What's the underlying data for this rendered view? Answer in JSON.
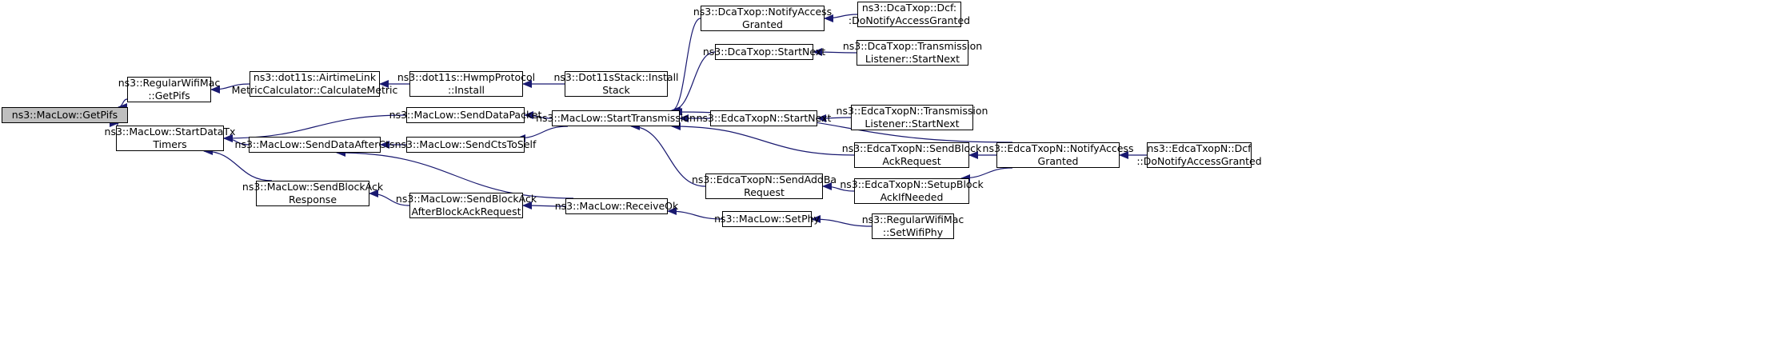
{
  "graph": {
    "colors": {
      "edge": "#191970",
      "node_border": "#000000",
      "root_fill": "#bfbfbf",
      "node_fill": "#ffffff"
    },
    "nodes": [
      {
        "id": "getpifs",
        "lines": [
          "ns3::MacLow::GetPifs"
        ],
        "root": true
      },
      {
        "id": "regwifi_getpifs",
        "lines": [
          "ns3::RegularWifiMac",
          "::GetPifs"
        ]
      },
      {
        "id": "startdatatx",
        "lines": [
          "ns3::MacLow::StartDataTx",
          "Timers"
        ]
      },
      {
        "id": "airtime",
        "lines": [
          "ns3::dot11s::AirtimeLink",
          "MetricCalculator::CalculateMetric"
        ]
      },
      {
        "id": "hwmp",
        "lines": [
          "ns3::dot11s::HwmpProtocol",
          "::Install"
        ]
      },
      {
        "id": "dot11sstack",
        "lines": [
          "ns3::Dot11sStack::Install",
          "Stack"
        ]
      },
      {
        "id": "senddatapacket",
        "lines": [
          "ns3::MacLow::SendDataPacket"
        ]
      },
      {
        "id": "senddataaftercts",
        "lines": [
          "ns3::MacLow::SendDataAfterCts"
        ]
      },
      {
        "id": "sendctstoself",
        "lines": [
          "ns3::MacLow::SendCtsToSelf"
        ]
      },
      {
        "id": "sendblockackresp",
        "lines": [
          "ns3::MacLow::SendBlockAck",
          "Response"
        ]
      },
      {
        "id": "sendblockackafter",
        "lines": [
          "ns3::MacLow::SendBlockAck",
          "AfterBlockAckRequest"
        ]
      },
      {
        "id": "receiveok",
        "lines": [
          "ns3::MacLow::ReceiveOk"
        ]
      },
      {
        "id": "starttx",
        "lines": [
          "ns3::MacLow::StartTransmission"
        ]
      },
      {
        "id": "dca_notify",
        "lines": [
          "ns3::DcaTxop::NotifyAccess",
          "Granted"
        ]
      },
      {
        "id": "dca_startnext",
        "lines": [
          "ns3::DcaTxop::StartNext"
        ]
      },
      {
        "id": "edca_startnext",
        "lines": [
          "ns3::EdcaTxopN::StartNext"
        ]
      },
      {
        "id": "edca_sendaddba",
        "lines": [
          "ns3::EdcaTxopN::SendAddBa",
          "Request"
        ]
      },
      {
        "id": "setphy",
        "lines": [
          "ns3::MacLow::SetPhy"
        ]
      },
      {
        "id": "dcf_granted",
        "lines": [
          "ns3::DcaTxop::Dcf:",
          ":DoNotifyAccessGranted"
        ]
      },
      {
        "id": "dca_txlistener",
        "lines": [
          "ns3::DcaTxop::Transmission",
          "Listener::StartNext"
        ]
      },
      {
        "id": "edca_txlistener",
        "lines": [
          "ns3::EdcaTxopN::Transmission",
          "Listener::StartNext"
        ]
      },
      {
        "id": "edca_sendblockack",
        "lines": [
          "ns3::EdcaTxopN::SendBlock",
          "AckRequest"
        ]
      },
      {
        "id": "edca_setupblockack",
        "lines": [
          "ns3::EdcaTxopN::SetupBlock",
          "AckIfNeeded"
        ]
      },
      {
        "id": "setwifiphy",
        "lines": [
          "ns3::RegularWifiMac",
          "::SetWifiPhy"
        ]
      },
      {
        "id": "edca_notify",
        "lines": [
          "ns3::EdcaTxopN::NotifyAccess",
          "Granted"
        ]
      },
      {
        "id": "edca_dcf",
        "lines": [
          "ns3::EdcaTxopN::Dcf",
          "::DoNotifyAccessGranted"
        ]
      }
    ],
    "edges": [
      {
        "from": "regwifi_getpifs",
        "to": "getpifs"
      },
      {
        "from": "startdatatx",
        "to": "getpifs"
      },
      {
        "from": "airtime",
        "to": "regwifi_getpifs"
      },
      {
        "from": "hwmp",
        "to": "airtime"
      },
      {
        "from": "dot11sstack",
        "to": "hwmp"
      },
      {
        "from": "senddatapacket",
        "to": "startdatatx"
      },
      {
        "from": "senddataaftercts",
        "to": "startdatatx"
      },
      {
        "from": "sendblockackresp",
        "to": "startdatatx"
      },
      {
        "from": "starttx",
        "to": "senddatapacket"
      },
      {
        "from": "sendctstoself",
        "to": "senddataaftercts"
      },
      {
        "from": "receiveok",
        "to": "senddataaftercts"
      },
      {
        "from": "starttx",
        "to": "sendctstoself"
      },
      {
        "from": "sendblockackafter",
        "to": "sendblockackresp"
      },
      {
        "from": "receiveok",
        "to": "sendblockackafter"
      },
      {
        "from": "setphy",
        "to": "receiveok"
      },
      {
        "from": "dca_notify",
        "to": "starttx"
      },
      {
        "from": "dca_startnext",
        "to": "starttx"
      },
      {
        "from": "edca_notify",
        "to": "starttx"
      },
      {
        "from": "edca_startnext",
        "to": "starttx"
      },
      {
        "from": "edca_sendblockack",
        "to": "starttx"
      },
      {
        "from": "edca_sendaddba",
        "to": "starttx"
      },
      {
        "from": "dcf_granted",
        "to": "dca_notify"
      },
      {
        "from": "dca_txlistener",
        "to": "dca_startnext"
      },
      {
        "from": "edca_txlistener",
        "to": "edca_startnext"
      },
      {
        "from": "edca_notify",
        "to": "edca_sendblockack"
      },
      {
        "from": "edca_setupblockack",
        "to": "edca_sendaddba"
      },
      {
        "from": "setwifiphy",
        "to": "setphy"
      },
      {
        "from": "edca_notify",
        "to": "edca_setupblockack"
      },
      {
        "from": "edca_dcf",
        "to": "edca_notify"
      }
    ]
  }
}
